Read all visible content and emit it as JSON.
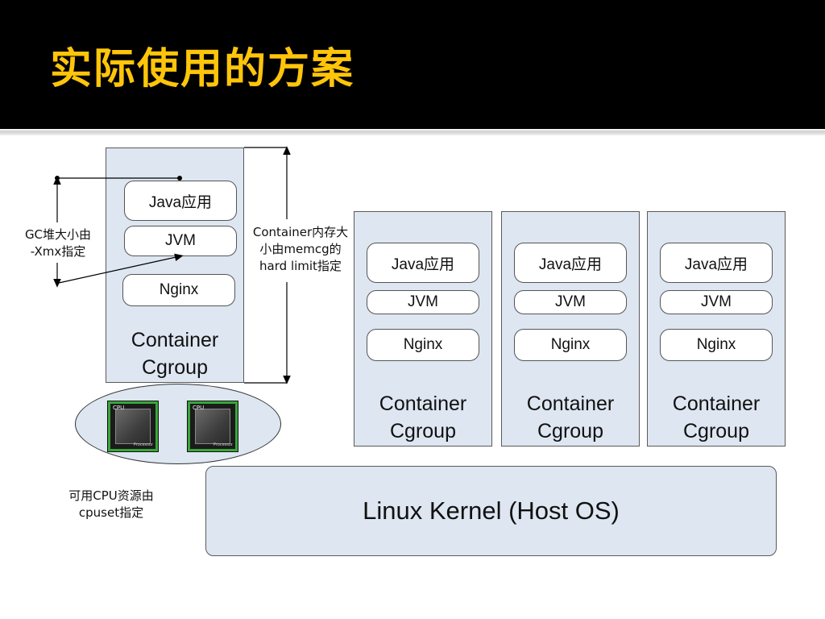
{
  "slide": {
    "title": "实际使用的方案"
  },
  "diagram": {
    "main_container": {
      "apps": [
        "Java应用",
        "JVM",
        "Nginx"
      ],
      "label_line1": "Container",
      "label_line2": "Cgroup"
    },
    "containers": [
      {
        "apps": [
          "Java应用",
          "JVM",
          "Nginx"
        ],
        "label_line1": "Container",
        "label_line2": "Cgroup"
      },
      {
        "apps": [
          "Java应用",
          "JVM",
          "Nginx"
        ],
        "label_line1": "Container",
        "label_line2": "Cgroup"
      },
      {
        "apps": [
          "Java应用",
          "JVM",
          "Nginx"
        ],
        "label_line1": "Container",
        "label_line2": "Cgroup"
      }
    ],
    "notes": {
      "gc": [
        "GC堆大小由",
        "-Xmx指定"
      ],
      "memcg": [
        "Container内存大",
        "小由memcg的",
        "hard limit指定"
      ],
      "cpu": [
        "可用CPU资源由",
        "cpuset指定"
      ]
    },
    "cpu_chips": [
      {
        "label": "CPU",
        "sub": "Processor"
      },
      {
        "label": "CPU",
        "sub": "Processor"
      }
    ],
    "kernel_label": "Linux Kernel (Host OS)",
    "colors": {
      "title": "#ffc50a",
      "header_bg": "#000000",
      "box_fill": "#dde6f1",
      "chip_border": "#3aa63a"
    }
  }
}
